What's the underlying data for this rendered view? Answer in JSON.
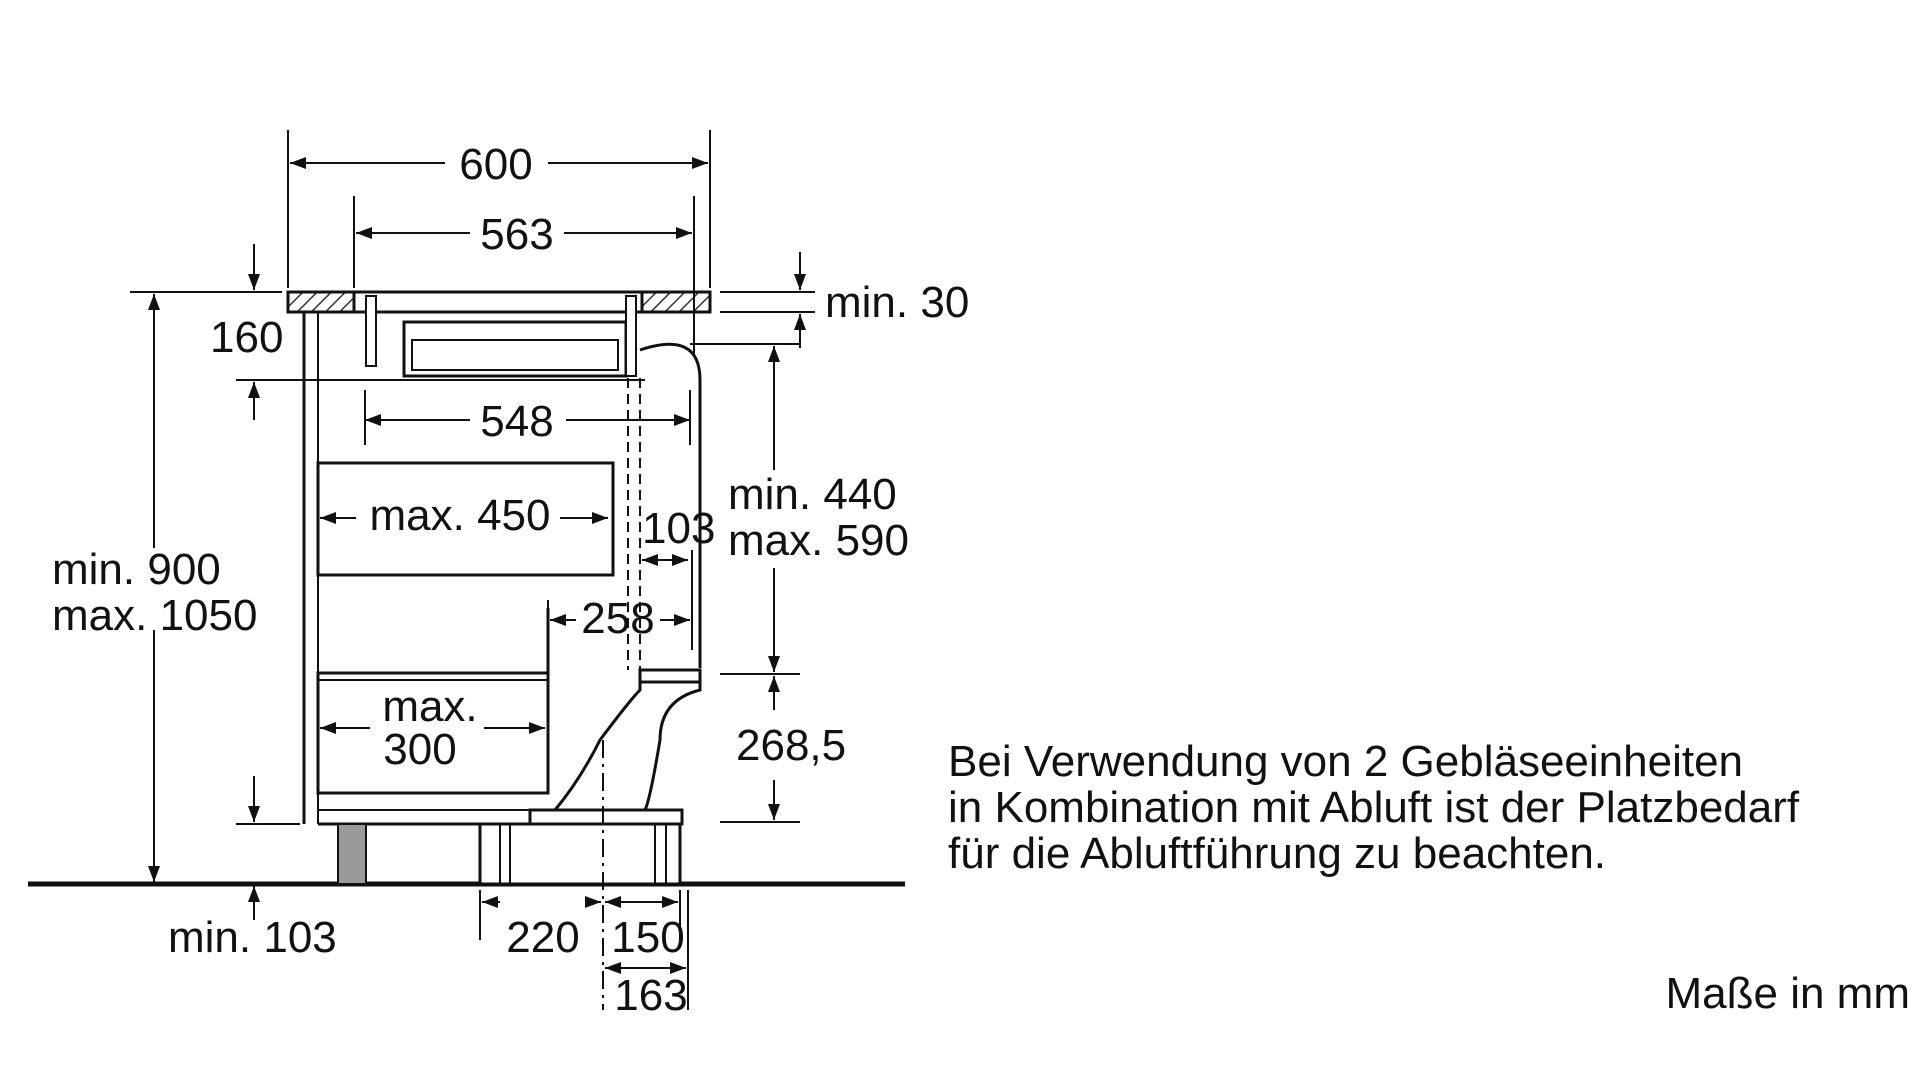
{
  "dimensions": {
    "width_600": "600",
    "width_563": "563",
    "min_30": "min. 30",
    "d_160": "160",
    "d_548": "548",
    "max_450": "max. 450",
    "d_103": "103",
    "min_440": "min. 440",
    "max_590": "max. 590",
    "min_900": "min. 900",
    "max_1050": "max. 1050",
    "d_258": "258",
    "max_300_a": "max.",
    "max_300_b": "300",
    "d_268_5": "268,5",
    "min_103": "min. 103",
    "d_220": "220",
    "d_150": "150",
    "d_163": "163"
  },
  "note": {
    "line1": "Bei Verwendung von 2 Gebläseeinheiten",
    "line2": "in Kombination mit Abluft ist der Platzbedarf",
    "line3": "für die Abluftführung zu beachten."
  },
  "units_label": "Maße in mm"
}
